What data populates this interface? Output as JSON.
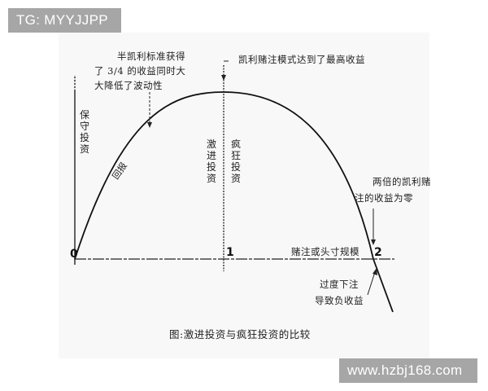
{
  "watermarks": {
    "top_left": "TG: MYYJJPP",
    "bottom_right": "www.hzbj168.com"
  },
  "colors": {
    "background": "#ffffff",
    "paper": "#f9f8f9",
    "ink": "#1a1a1a",
    "watermark_bg": "#a6a6a6",
    "watermark_text": "#ffffff"
  },
  "diagram": {
    "annotations": {
      "half_kelly_line1": "半凯利标准获得",
      "half_kelly_line2": "了 3/4 的收益同时大",
      "half_kelly_line3": "大降低了波动性",
      "kelly_max": "凯利赌注模式达到了最高收益",
      "double_kelly_line1": "两倍的凯利赌",
      "double_kelly_line2": "注的收益为零",
      "overbet_line1": "过度下注",
      "overbet_line2": "导致负收益"
    },
    "axis": {
      "y_label": "回报",
      "x_label": "赌注或头寸规模",
      "ticks": [
        "0",
        "1",
        "2"
      ]
    },
    "regions": {
      "conservative": "保守投资",
      "aggressive": "激进投资",
      "crazy": "疯狂投资"
    },
    "caption": "图:激进投资与疯狂投资的比较"
  }
}
